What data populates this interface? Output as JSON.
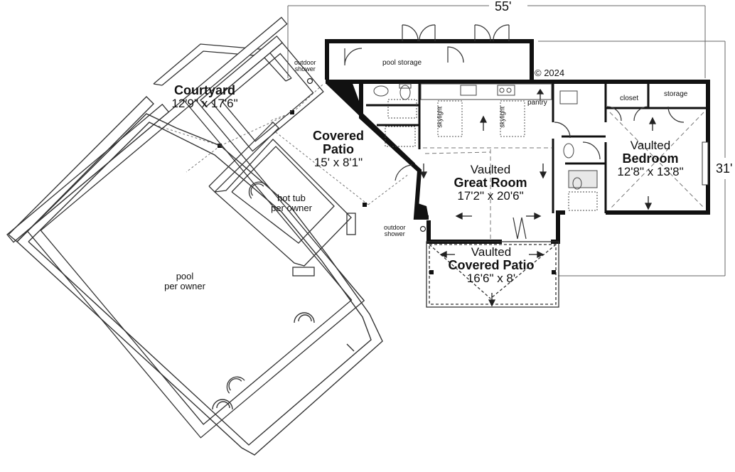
{
  "overall": {
    "width": "55'",
    "depth": "31'"
  },
  "copyright": "© 2024",
  "rooms": {
    "courtyard": {
      "name": "Courtyard",
      "size": "12'9\" x 17'6\""
    },
    "covered_patio": {
      "name": "Covered Patio",
      "size": "15' x 8'1\""
    },
    "great_room": {
      "prefix": "Vaulted",
      "name": "Great Room",
      "size": "17'2\" x 20'6\""
    },
    "bedroom": {
      "prefix": "Vaulted",
      "name": "Bedroom",
      "size": "12'8\" x 13'8\""
    },
    "rear_patio": {
      "prefix": "Vaulted",
      "name": "Covered Patio",
      "size": "16'6\" x 8'"
    },
    "hot_tub": {
      "line1": "hot tub",
      "line2": "per owner"
    },
    "pool": {
      "line1": "pool",
      "line2": "per owner"
    }
  },
  "labels": {
    "pool_storage": "pool storage",
    "pantry": "pantry",
    "closet": "closet",
    "storage": "storage",
    "skylight": "skylight",
    "outdoor_shower_line1": "outdoor",
    "outdoor_shower_line2": "shower"
  }
}
